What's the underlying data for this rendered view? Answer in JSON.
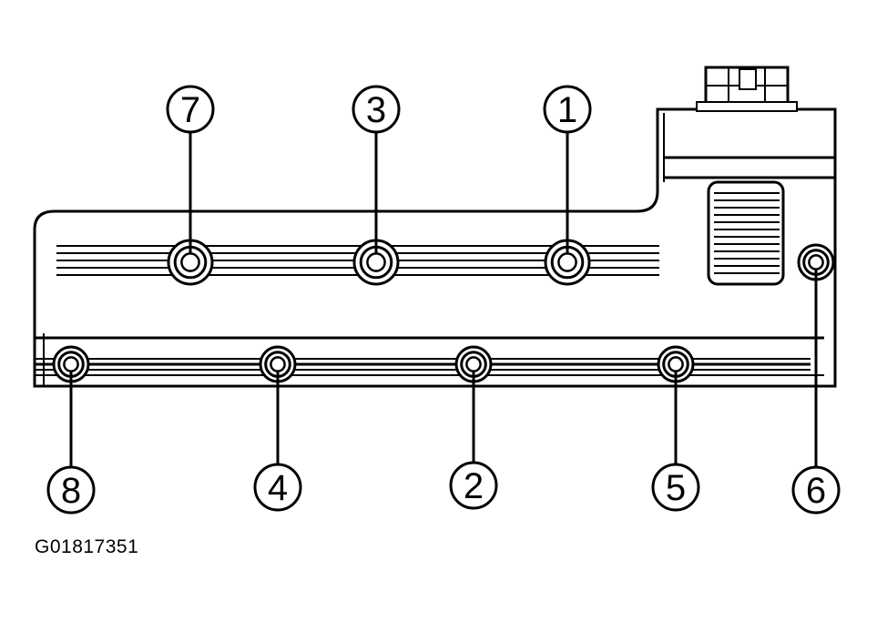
{
  "figure_id": "G01817351",
  "callouts": [
    {
      "label": "7"
    },
    {
      "label": "3"
    },
    {
      "label": "1"
    },
    {
      "label": "8"
    },
    {
      "label": "4"
    },
    {
      "label": "2"
    },
    {
      "label": "5"
    },
    {
      "label": "6"
    }
  ]
}
